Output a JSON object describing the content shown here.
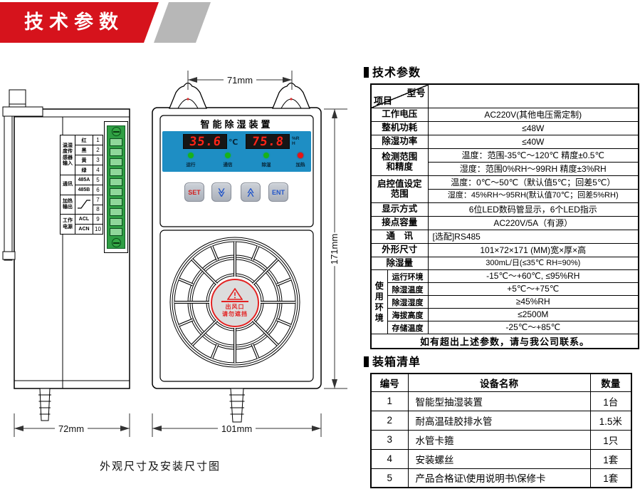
{
  "banner": {
    "title": "技术参数"
  },
  "colors": {
    "banner_red": "#d6131c",
    "banner_gray": "#b7b7b7",
    "panel_blue": "#1e8ec4",
    "led_digit_red": "#ff2417",
    "terminal_green": "#2f9e44",
    "warning_red": "#e32222"
  },
  "diagram": {
    "caption": "外观尺寸及安装尺寸图",
    "dims": {
      "top_width": "71mm",
      "height": "171mm",
      "side_width": "72mm",
      "front_width": "101mm"
    },
    "terminal": {
      "g1": {
        "label": "温湿度传感器输入",
        "w1": "红",
        "n1": "1",
        "w2": "黑",
        "n2": "2",
        "w3": "黄",
        "n3": "3",
        "w4": "绿",
        "n4": "4"
      },
      "g2": {
        "label": "通讯",
        "w1": "485A",
        "n1": "5",
        "w2": "485B",
        "n2": "6"
      },
      "g3": {
        "label": "加热输出",
        "n1": "7",
        "n2": "8"
      },
      "g4": {
        "label": "工作电源",
        "w1": "ACL",
        "n1": "9",
        "w2": "ACN",
        "n2": "10"
      }
    },
    "panel": {
      "title": "智能除湿装置",
      "temp_value": "35.6",
      "temp_unit": "℃",
      "humidity_value": "75.8",
      "humidity_unit": "%RH",
      "leds": [
        {
          "label": "运行",
          "color": "green"
        },
        {
          "label": "通信",
          "color": "green"
        },
        {
          "label": "除湿",
          "color": "green"
        },
        {
          "label": "加热",
          "color": "red"
        }
      ],
      "buttons": [
        {
          "label": "SET"
        },
        {
          "name": "chevron-down",
          "glyph": "≫"
        },
        {
          "name": "chevron-up",
          "glyph": "≪"
        },
        {
          "label": "ENT"
        }
      ]
    },
    "fan_warning": {
      "line1": "出风口",
      "line2": "请勿遮挡"
    }
  },
  "spec": {
    "section_title": "技术参数",
    "header": {
      "top_right": "型号",
      "bottom_left": "项目"
    },
    "r1": {
      "label": "工作电压",
      "value": "AC220V(其他电压需定制)"
    },
    "r2": {
      "label": "整机功耗",
      "value": "≤48W"
    },
    "r3": {
      "label": "除湿功率",
      "value": "≤40W"
    },
    "r4": {
      "label": "检测范围\n和精度",
      "v1": "温度：范围-35℃～120℃ 精度±0.5℃",
      "v2": "湿度：范围0%RH～99RH  精度±3%RH"
    },
    "r5": {
      "label": "启控值设定\n范围",
      "v1": "温度：0℃～50℃（默认值5℃；回差5℃）",
      "v2": "湿度：45%RH～95RH(默认值70℃；回差5%RH)"
    },
    "r6": {
      "label": "显示方式",
      "value": "6位LED数码管显示，6个LED指示"
    },
    "r7": {
      "label": "接点容量",
      "value": "AC220V/5A（有源）"
    },
    "r8": {
      "label": "通　讯",
      "value": "[选配]RS485"
    },
    "r9": {
      "label": "外形尺寸",
      "value": "101×72×171 (MM)宽×厚×高"
    },
    "r10": {
      "label": "除湿量",
      "value": "300mL/日(≤35℃ RH=90%)"
    },
    "env": {
      "label": "使用环境",
      "items": [
        {
          "name": "运行环境",
          "value": "-15℃～+60℃, ≤95%RH"
        },
        {
          "name": "除湿温度",
          "value": "+5℃～+75℃"
        },
        {
          "name": "除湿湿度",
          "value": "≥45%RH"
        },
        {
          "name": "海拔高度",
          "value": "≤2500M"
        },
        {
          "name": "存储温度",
          "value": "-25℃～+85℃"
        }
      ]
    },
    "footer": "如有超出上述参数，请与我公司联系。"
  },
  "packing": {
    "section_title": "装箱清单",
    "headers": [
      "编号",
      "设备名称",
      "数量"
    ],
    "rows": [
      [
        "1",
        "智能型抽湿装置",
        "1台"
      ],
      [
        "2",
        "耐高温硅胶排水管",
        "1.5米"
      ],
      [
        "3",
        "水管卡箍",
        "1只"
      ],
      [
        "4",
        "安装螺丝",
        "1套"
      ],
      [
        "5",
        "产品合格证\\使用说明书\\保修卡",
        "1套"
      ]
    ]
  }
}
